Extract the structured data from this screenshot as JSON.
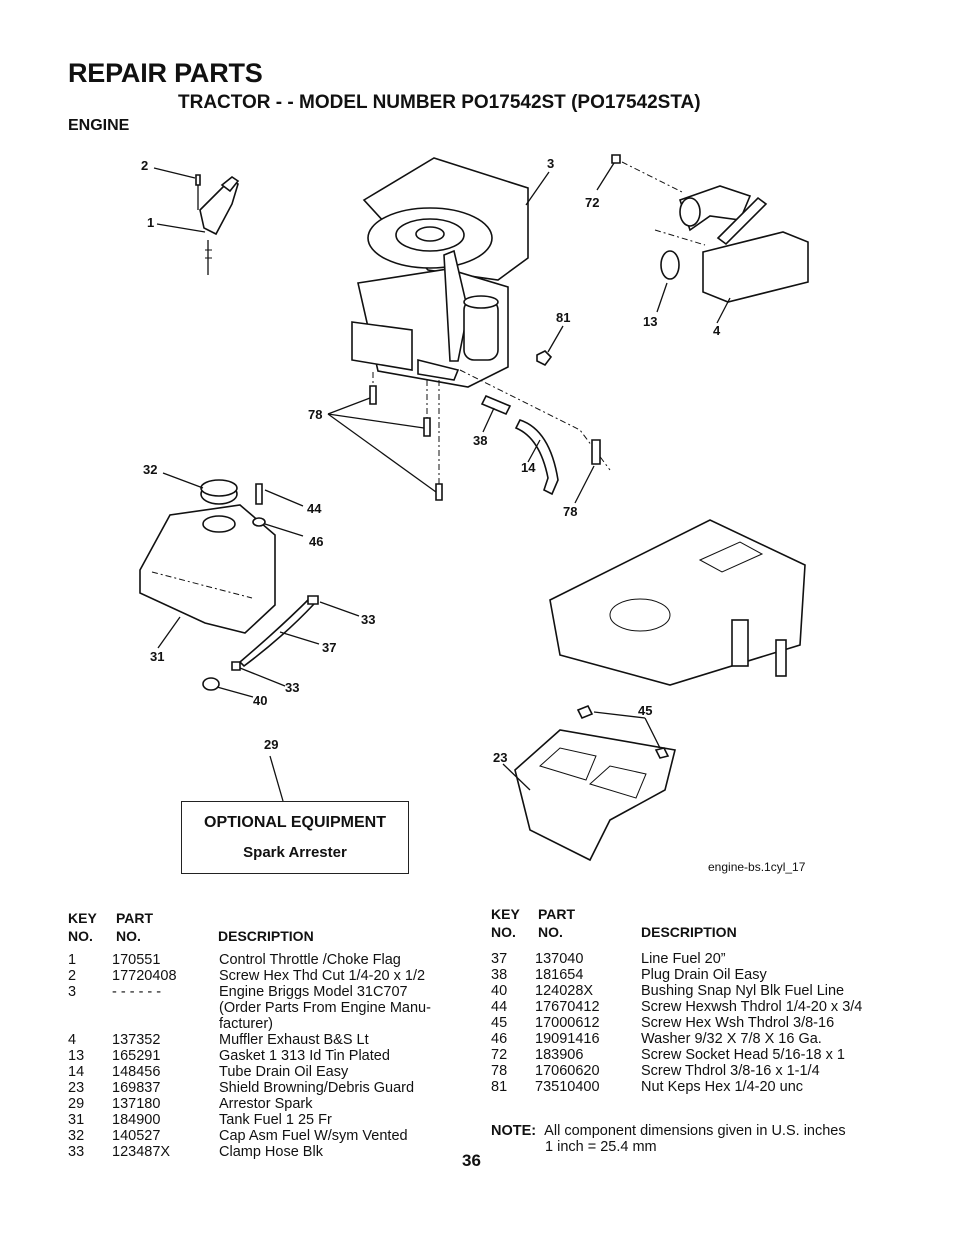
{
  "header": {
    "title": "REPAIR PARTS",
    "subtitle": "TRACTOR - - MODEL NUMBER PO17542ST (PO17542STA)",
    "section": "ENGINE"
  },
  "diagram": {
    "callouts": [
      "2",
      "1",
      "3",
      "72",
      "13",
      "4",
      "81",
      "78",
      "38",
      "14",
      "78",
      "32",
      "44",
      "46",
      "33",
      "37",
      "31",
      "33",
      "40",
      "29",
      "45",
      "23"
    ],
    "optional_box": {
      "title": "OPTIONAL EQUIPMENT",
      "item": "Spark Arrester"
    },
    "image_code": "engine-bs.1cyl_17"
  },
  "table_headers": {
    "key": "KEY",
    "no": "NO.",
    "part": "PART",
    "part_no": "NO.",
    "description": "DESCRIPTION"
  },
  "parts_left": [
    {
      "key": "1",
      "part": "170551",
      "desc": [
        "Control Throttle /Choke Flag"
      ]
    },
    {
      "key": "2",
      "part": "17720408",
      "desc": [
        "Screw Hex Thd Cut 1/4-20 x 1/2"
      ]
    },
    {
      "key": "3",
      "part": "- - - - - -",
      "desc": [
        "Engine  Briggs Model 31C707",
        "(Order Parts From Engine Manu-",
        "facturer)"
      ]
    },
    {
      "key": "4",
      "part": "137352",
      "desc": [
        "Muffler Exhaust B&S Lt"
      ]
    },
    {
      "key": "13",
      "part": "165291",
      "desc": [
        "Gasket 1 313 Id Tin Plated"
      ]
    },
    {
      "key": "14",
      "part": "148456",
      "desc": [
        "Tube Drain Oil Easy"
      ]
    },
    {
      "key": "23",
      "part": "169837",
      "desc": [
        "Shield Browning/Debris Guard"
      ]
    },
    {
      "key": "29",
      "part": "137180",
      "desc": [
        "Arrestor Spark"
      ]
    },
    {
      "key": "31",
      "part": "184900",
      "desc": [
        "Tank Fuel 1 25 Fr"
      ]
    },
    {
      "key": "32",
      "part": "140527",
      "desc": [
        "Cap Asm Fuel W/sym Vented"
      ]
    },
    {
      "key": "33",
      "part": "123487X",
      "desc": [
        "Clamp Hose Blk"
      ]
    }
  ],
  "parts_right": [
    {
      "key": "37",
      "part": "137040",
      "desc": [
        "Line Fuel 20”"
      ]
    },
    {
      "key": "38",
      "part": "181654",
      "desc": [
        "Plug Drain Oil Easy"
      ]
    },
    {
      "key": "40",
      "part": "124028X",
      "desc": [
        "Bushing Snap Nyl Blk Fuel Line"
      ]
    },
    {
      "key": "44",
      "part": "17670412",
      "desc": [
        "Screw Hexwsh Thdrol 1/4-20 x 3/4"
      ]
    },
    {
      "key": "45",
      "part": "17000612",
      "desc": [
        "Screw Hex Wsh Thdrol  3/8-16"
      ]
    },
    {
      "key": "46",
      "part": "19091416",
      "desc": [
        "Washer 9/32 X 7/8 X 16 Ga."
      ]
    },
    {
      "key": "72",
      "part": "183906",
      "desc": [
        "Screw Socket Head 5/16-18 x 1"
      ]
    },
    {
      "key": "78",
      "part": "17060620",
      "desc": [
        "Screw Thdrol 3/8-16 x 1-1/4"
      ]
    },
    {
      "key": "81",
      "part": "73510400",
      "desc": [
        "Nut Keps Hex 1/4-20 unc"
      ]
    }
  ],
  "note": {
    "label": "NOTE:",
    "line1": "All component dimensions given in U.S. inches",
    "line2": "1 inch = 25.4 mm"
  },
  "page_number": "36"
}
